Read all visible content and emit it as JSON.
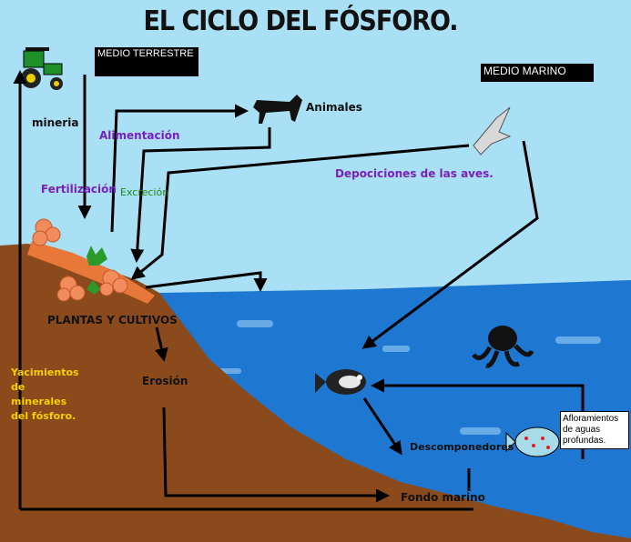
{
  "title": "EL CICLO DEL FÓSFORO.",
  "labels": {
    "medio_terrestre": "MEDIO TERRESTRE",
    "medio_marino": "MEDIO MARINO",
    "mineria": "mineria",
    "alimentacion": "Alimentación",
    "animales": "Animales",
    "fertilizacion": "Fertilización",
    "excrecion": "Excreción",
    "deposiciones": "Depociciones de las aves.",
    "plantas": "PLANTAS Y CULTIVOS",
    "erosion": "Erosión",
    "yacimientos": "Yacimientos de minerales del fósforo.",
    "descomponedores": "Descomponedores",
    "fondo_marino": "Fondo marino",
    "afloramientos": "Afloramientos de aguas profundas."
  },
  "colors": {
    "sky": "#a9e0f5",
    "sea": "#1e78d2",
    "land": "#8b4a1c",
    "arrow": "#000000",
    "title": "#111111"
  },
  "icons": [
    "tractor-icon",
    "horse-icon",
    "bird-icon",
    "fish-icon",
    "octopus-icon",
    "pufferfish-icon",
    "flower-icon",
    "plant-icon"
  ]
}
